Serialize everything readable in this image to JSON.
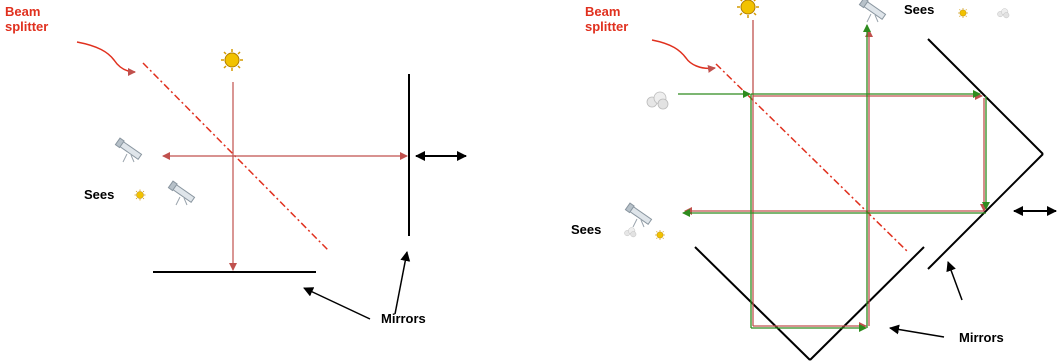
{
  "left_panel": {
    "beam_splitter_label": [
      "Beam",
      "splitter"
    ],
    "sees_label": "Sees",
    "mirrors_label": "Mirrors"
  },
  "right_panel": {
    "beam_splitter_label": [
      "Beam",
      "splitter"
    ],
    "sees_top_label": "Sees",
    "sees_left_label": "Sees",
    "mirrors_label": "Mirrors"
  },
  "colors": {
    "label_red": "#e0301e",
    "beam_red": "#c0504d",
    "beam_green": "#2e8b1e",
    "sun_yellow": "#f2c200",
    "mirror": "#000000"
  },
  "icons": {
    "light_source": "sun-icon",
    "observer": "telescope-icon",
    "cloud_source": "cloud-icon"
  }
}
